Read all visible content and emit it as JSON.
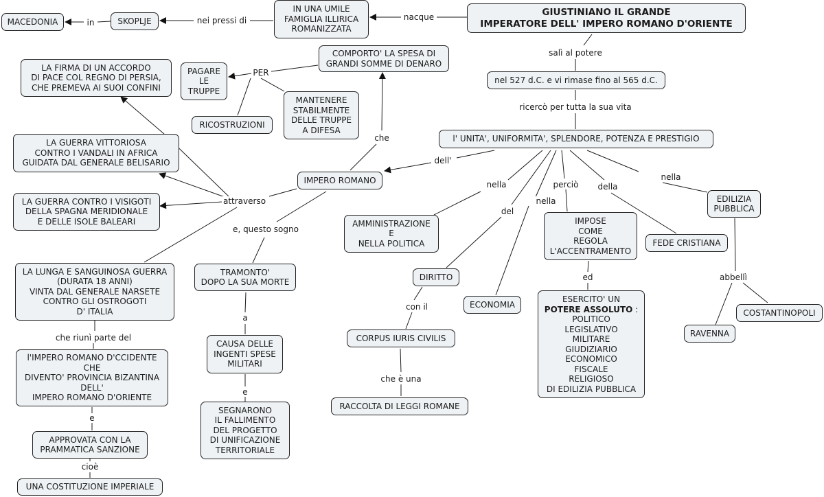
{
  "nodes": {
    "root": "GIUSTINIANO  IL GRANDE\nIMPERATORE DELL' IMPERO ROMANO D'ORIENTE",
    "famiglia": "IN UNA UMILE\nFAMIGLIA ILLIRICA\nROMANIZZATA",
    "skoplje": "SKOPLJE",
    "macedonia": "MACEDONIA",
    "anni": "nel 527 d.C. e vi rimase fino al 565 d.C.",
    "unita": "l' UNITA', UNIFORMITA',  SPLENDORE, POTENZA E PRESTIGIO",
    "impero": "IMPERO ROMANO",
    "comporto": "COMPORTO' LA SPESA DI\nGRANDI SOMME DI DENARO",
    "pagare": "PAGARE\nLE\nTRUPPE",
    "ricostruzioni": "RICOSTRUZIONI",
    "mantenere": "MANTENERE\nSTABILMENTE\nDELLE TRUPPE\nA DIFESA",
    "firma": "LA FIRMA DI UN ACCORDO\nDI PACE COL REGNO DI PERSIA,\nCHE PREMEVA AI SUOI CONFINI",
    "vandali": "LA GUERRA VITTORIOSA\nCONTRO I VANDALI IN AFRICA\nGUIDATA DAL GENERALE BELISARIO",
    "visigoti": "LA GUERRA CONTRO I VISIGOTI\nDELLA SPAGNA MERIDIONALE\nE DELLE ISOLE BALEARI",
    "ostrogoti": "LA LUNGA E SANGUINOSA GUERRA\n(DURATA 18 ANNI)\nVINTA DAL GENERALE NARSETE\nCONTRO GLI OSTROGOTI\nD' ITALIA",
    "occidente": "l'IMPERO ROMANO D'CCIDENTE\nCHE\nDIVENTO' PROVINCIA BIZANTINA\nDELL'\nIMPERO ROMANO D'ORIENTE",
    "prammatica": "APPROVATA CON LA\nPRAMMATICA SANZIONE",
    "costituzione": "UNA COSTITUZIONE IMPERIALE",
    "tramonto": "TRAMONTO'\nDOPO LA SUA MORTE",
    "causa": "CAUSA DELLE\nINGENTI SPESE\nMILITARI",
    "segnarono": "SEGNARONO\nIL FALLIMENTO\nDEL PROGETTO\nDI UNIFICAZIONE\nTERRITORIALE",
    "amministrazione": "AMMINISTRAZIONE\nE\nNELLA POLITICA",
    "diritto": "DIRITTO",
    "corpus": "CORPUS IURIS CIVILIS",
    "raccolta": "RACCOLTA DI LEGGI ROMANE",
    "economia": "ECONOMIA",
    "impose": "IMPOSE\nCOME\nREGOLA\nL'ACCENTRAMENTO",
    "esercito_pre": "ESERCITO' UN",
    "esercito_bold": "POTERE ASSOLUTO",
    "esercito_post": " :\nPOLITICO\nLEGISLATIVO\nMILITARE\nGIUDIZIARIO\nECONOMICO\nFISCALE\nRELIGIOSO\nDI EDILIZIA PUBBLICA",
    "fede": "FEDE CRISTIANA",
    "edilizia": "EDILIZIA\nPUBBLICA",
    "costantinopoli": "COSTANTINOPOLI",
    "ravenna": "RAVENNA"
  },
  "labels": {
    "nacque": "nacque",
    "nei_pressi": "nei pressi di",
    "in": "in",
    "sali": "salì al potere",
    "ricerco": "ricercò per tutta la sua vita",
    "dell": "dell'",
    "che": "che",
    "per": "PER",
    "attraverso": "attraverso",
    "questo_sogno": "e, questo sogno",
    "riuni": "che riunì parte del",
    "e1": "e",
    "cioe": "cioè",
    "a": "a",
    "e2": "e",
    "nella1": "nella",
    "del": "del",
    "con_il": "con il",
    "che_e_una": "che è una",
    "nella2": "nella",
    "percio": "perciò",
    "ed": "ed",
    "della": "della",
    "nella3": "nella",
    "abbelli": "abbellì"
  }
}
